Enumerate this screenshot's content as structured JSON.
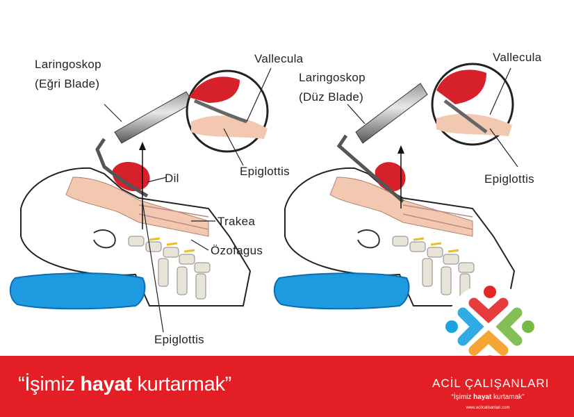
{
  "left_panel": {
    "laryngoscope_label": "Laringoskop",
    "blade_label": "(Eğri Blade)",
    "vallecula_label": "Vallecula",
    "tongue_label": "Dil",
    "epiglottis_inset_label": "Epiglottis",
    "trachea_label": "Trakea",
    "esophagus_label": "Özofagus",
    "epiglottis_bottom_label": "Epiglottis"
  },
  "right_panel": {
    "laryngoscope_label": "Laringoskop",
    "blade_label": "(Düz Blade)",
    "vallecula_label": "Vallecula",
    "epiglottis_label": "Epiglottis"
  },
  "banner": {
    "quote_open": "“İşimiz ",
    "quote_bold": "hayat",
    "quote_close": " kurtarmak”",
    "color": "#e31e24"
  },
  "logo": {
    "title": "ACİL ÇALIŞANLARI",
    "tagline_pre": "“İşimiz ",
    "tagline_bold": "hayat",
    "tagline_post": " kurtamak”",
    "url": "www.acilcalisanlari.com",
    "colors": [
      "#e52629",
      "#1aa3e0",
      "#77b943",
      "#f39c1f"
    ]
  }
}
